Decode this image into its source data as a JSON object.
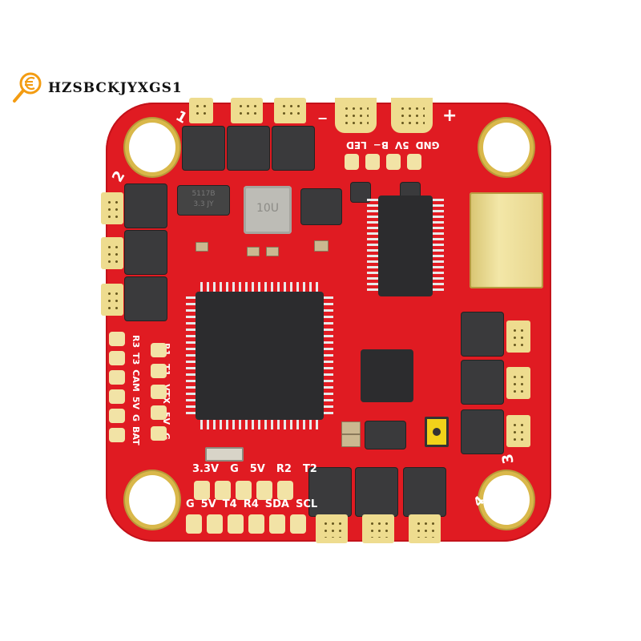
{
  "watermark": {
    "icon": "magnifier-euro-icon",
    "text": "HZSBCKJYXGS1",
    "icon_color": "#f39c12"
  },
  "board": {
    "color": "#e01b22",
    "pad_color": "#f2e3a6",
    "motor_labels": {
      "m1": "1",
      "m2": "2",
      "m3": "3",
      "m4": "4"
    },
    "power_labels": {
      "minus": "−",
      "plus": "+"
    },
    "top_header": [
      "GND",
      "5V",
      "B−",
      "LED"
    ],
    "left_header_outer": [
      "R3",
      "T3",
      "CAM",
      "5V",
      "G",
      "BAT"
    ],
    "left_header_inner": [
      "R1",
      "T1",
      "VTX",
      "5V",
      "G"
    ],
    "bottom_row1": [
      "3.3V",
      "G",
      "5V",
      "R2",
      "T2"
    ],
    "bottom_row2": [
      "G",
      "5V",
      "T4",
      "R4",
      "SDA",
      "SCL"
    ],
    "inductor_mark": "10U",
    "regulator_mark": [
      "5117B",
      "3.3 JY"
    ],
    "usb_connector": "micro-usb-port",
    "boot_button": "boot-button"
  }
}
